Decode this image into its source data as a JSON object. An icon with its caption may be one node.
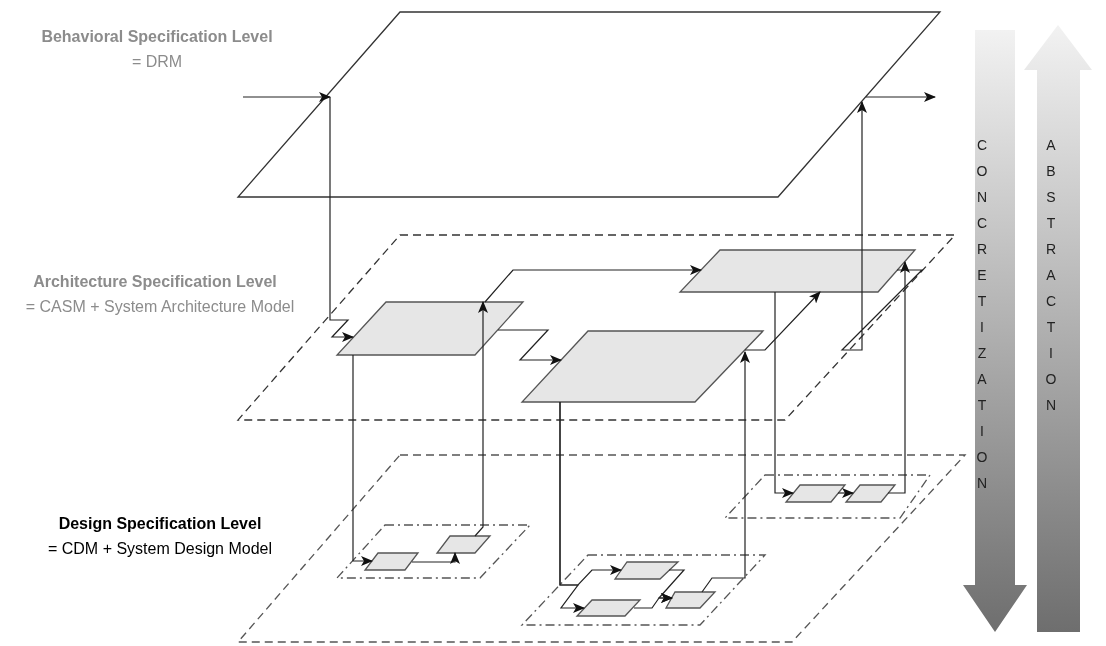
{
  "diagram": {
    "nodes": [
      {
        "text": [],
        "shape": "parallelogram"
      },
      {
        "text": [],
        "shape": "parallelogram"
      },
      {
        "text": [],
        "shape": "parallelogram",
        "in": 1
      },
      {
        "text": [],
        "shape": "parallelogram",
        "in": 1
      },
      {
        "text": [],
        "shape": "parallelogram",
        "in": 1
      },
      {
        "text": [],
        "shape": "parallelogram"
      },
      {
        "text": [],
        "shape": "parallelogram",
        "in": 5
      },
      {
        "text": [],
        "shape": "parallelogram",
        "in": 6
      },
      {
        "text": [],
        "shape": "parallelogram",
        "in": 6
      },
      {
        "text": [],
        "shape": "parallelogram",
        "in": 5
      },
      {
        "text": [],
        "shape": "parallelogram",
        "in": 9
      },
      {
        "text": [],
        "shape": "parallelogram",
        "in": 9
      },
      {
        "text": [],
        "shape": "parallelogram",
        "in": 5
      },
      {
        "text": [],
        "shape": "parallelogram",
        "in": 12
      },
      {
        "text": [],
        "shape": "parallelogram",
        "in": 12
      },
      {
        "text": [],
        "shape": "parallelogram",
        "in": 12
      }
    ],
    "edges": [
      {
        "from": null,
        "to": 0,
        "arrow": "to"
      },
      {
        "from": 0,
        "to": 2,
        "arrow": "to"
      },
      {
        "from": 2,
        "to": 3,
        "arrow": "to"
      },
      {
        "from": 2,
        "to": 4,
        "arrow": "to"
      },
      {
        "from": 4,
        "to": 3,
        "arrow": "to"
      },
      {
        "from": 3,
        "to": 0,
        "arrow": "to"
      },
      {
        "from": 0,
        "to": null,
        "arrow": "to"
      },
      {
        "from": 2,
        "to": 7,
        "arrow": "to"
      },
      {
        "from": 7,
        "to": 8,
        "arrow": "to"
      },
      {
        "from": 8,
        "to": 2,
        "arrow": "to"
      },
      {
        "from": 4,
        "to": 13,
        "arrow": "to"
      },
      {
        "from": 4,
        "to": 14,
        "arrow": "to"
      },
      {
        "from": 13,
        "to": 15,
        "arrow": "to"
      },
      {
        "from": 14,
        "to": 15,
        "arrow": "to"
      },
      {
        "from": 15,
        "to": 4,
        "arrow": "to"
      },
      {
        "from": 3,
        "to": 10,
        "arrow": "to"
      },
      {
        "from": 10,
        "to": 11,
        "arrow": "to"
      },
      {
        "from": 11,
        "to": 3,
        "arrow": "to"
      }
    ],
    "labels": [
      "Behavioral Specification Level",
      "= DRM",
      "CONCRETIZATION",
      "ABSTRACTION",
      "Architecture Specification Level",
      "= CASM + System Architecture Model",
      "Design Specification Level",
      "= CDM + System Design Model"
    ]
  }
}
